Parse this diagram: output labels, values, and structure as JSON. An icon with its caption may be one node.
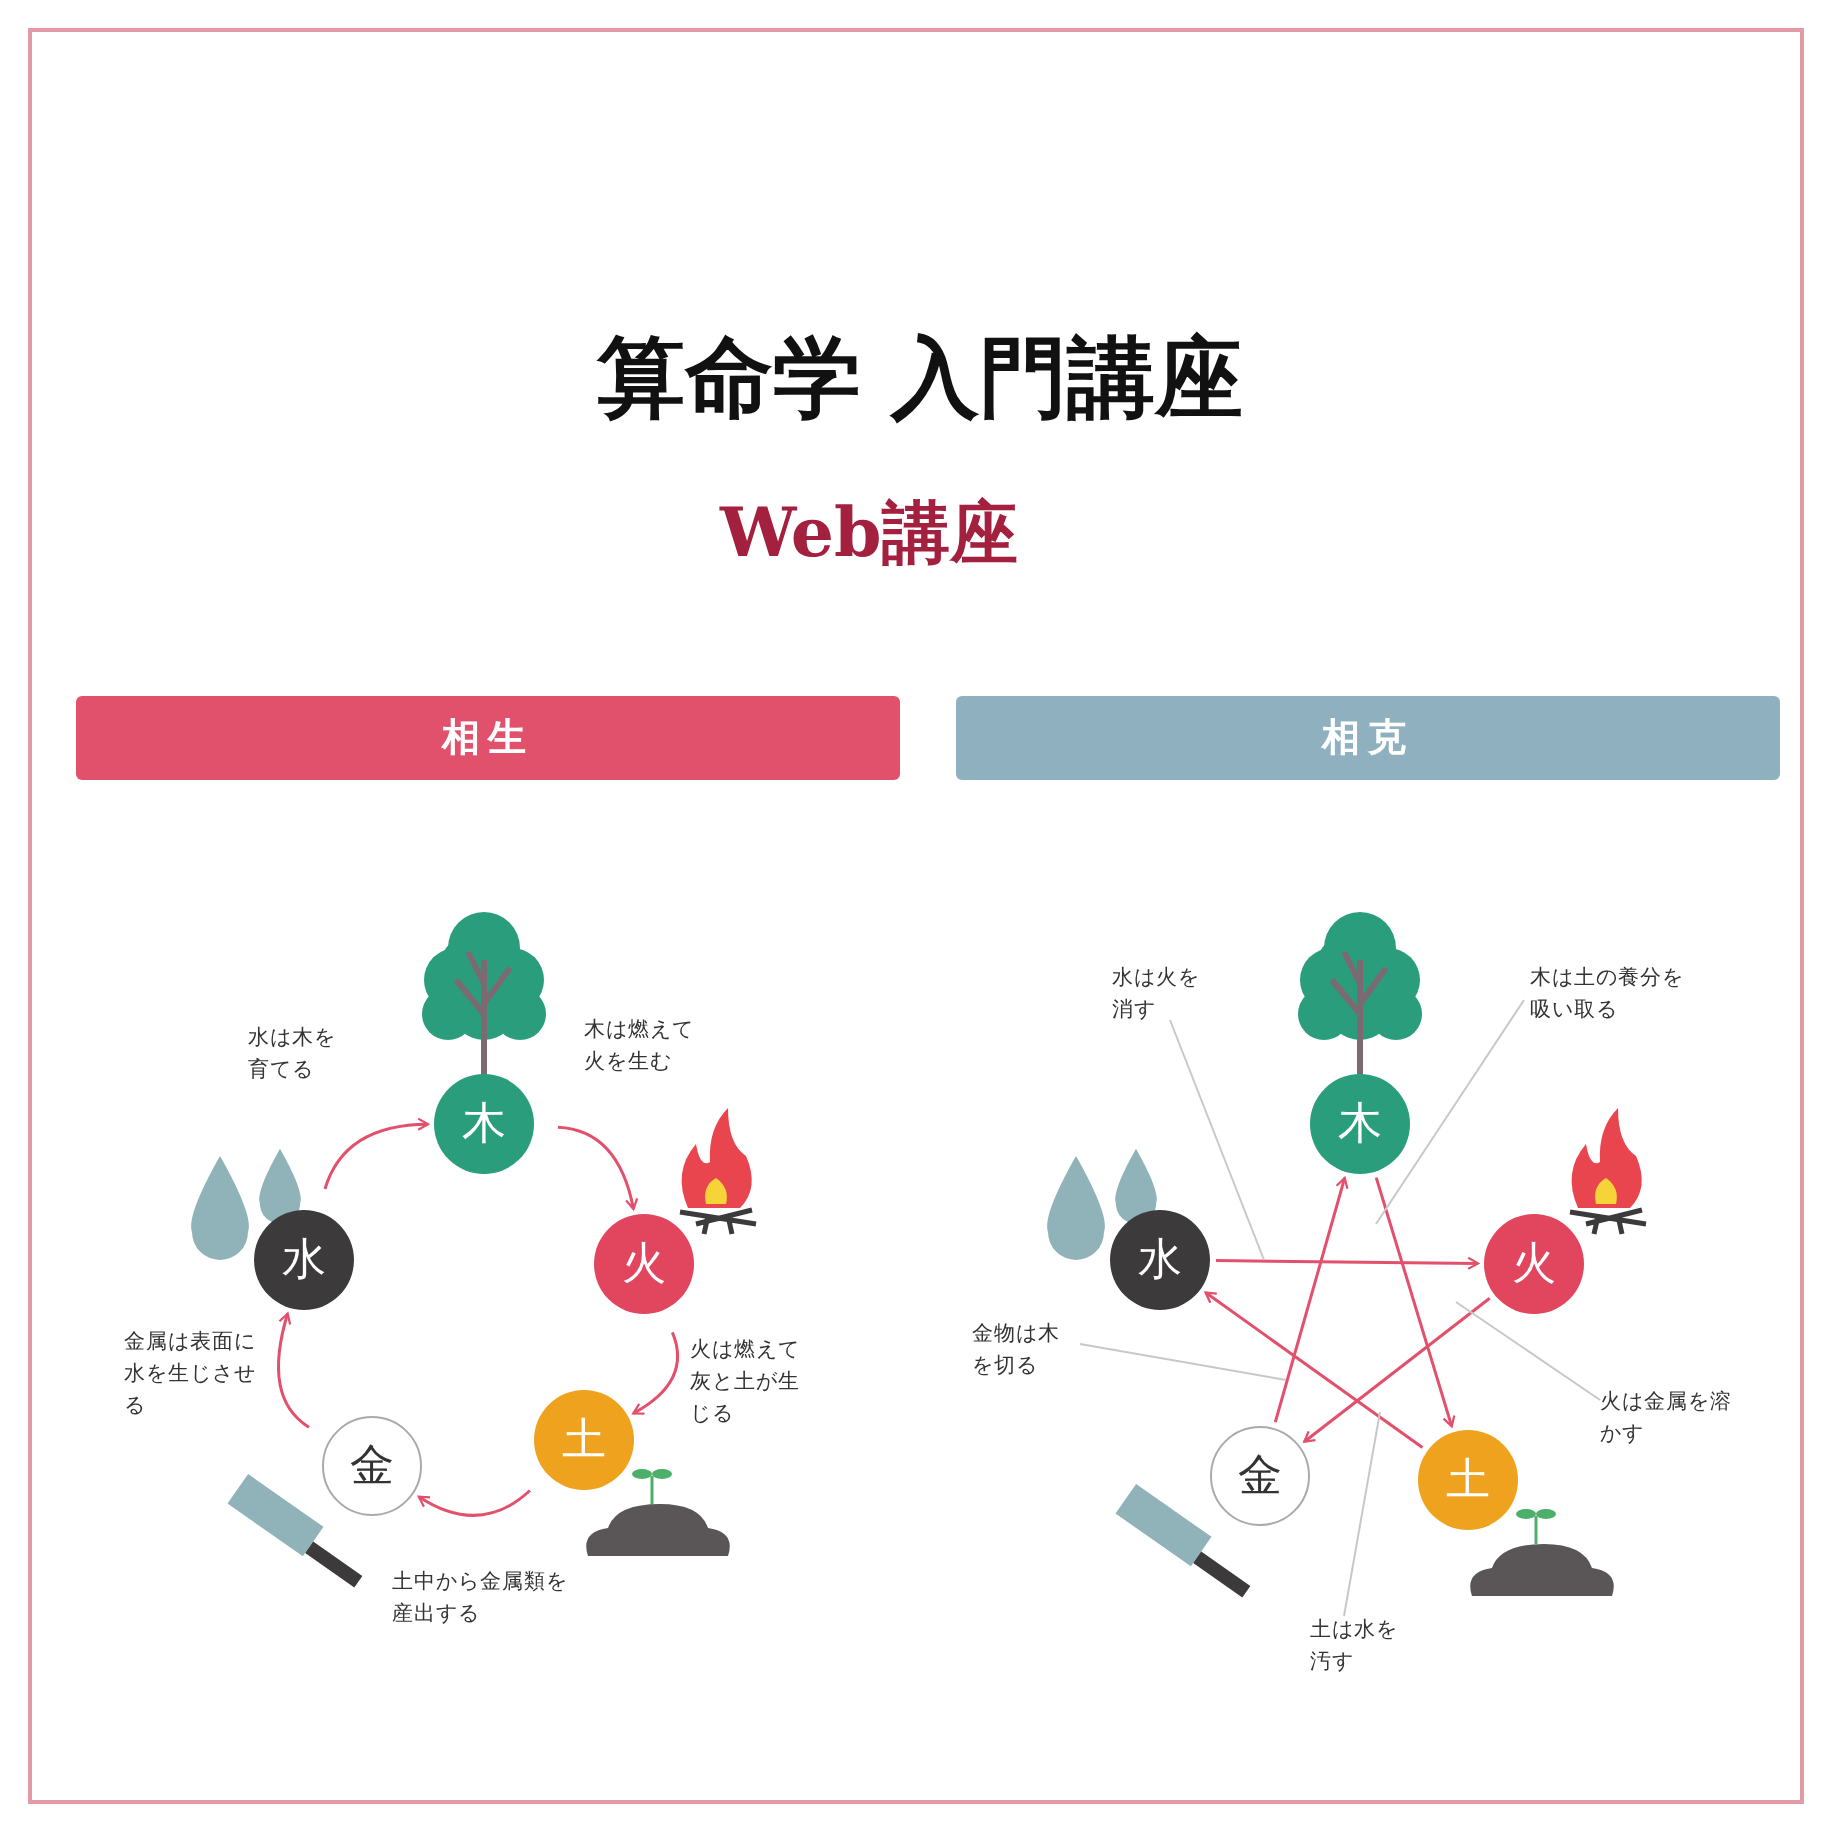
{
  "diagram": {
    "title": "算命学 入門講座",
    "nodes": [
      {
        "text": [
          "相生"
        ]
      },
      {
        "text": [
          "相克"
        ]
      },
      {
        "text": [
          "木"
        ]
      },
      {
        "text": [
          "火"
        ]
      },
      {
        "text": [
          "土"
        ]
      },
      {
        "text": [
          "金"
        ]
      },
      {
        "text": [
          "水"
        ]
      },
      {
        "text": [
          "木"
        ]
      },
      {
        "text": [
          "火"
        ]
      },
      {
        "text": [
          "土"
        ]
      },
      {
        "text": [
          "金"
        ]
      },
      {
        "text": [
          "水"
        ]
      },
      {
        "text": [
          "水は火を消す"
        ]
      },
      {
        "text": [
          "木は土の養分を吸い取る"
        ]
      },
      {
        "text": [
          "金物は木を切る"
        ]
      },
      {
        "text": [
          "火は金属を溶かす"
        ]
      },
      {
        "text": [
          "土は水を汚す"
        ]
      }
    ],
    "edges": [
      {
        "from": 2,
        "to": 3,
        "arrow": "to",
        "label": "木は燃えて火を生む"
      },
      {
        "from": 3,
        "to": 4,
        "arrow": "to",
        "label": "火は燃えて灰と土が生じる"
      },
      {
        "from": 4,
        "to": 5,
        "arrow": "to",
        "label": "土中から金属類を産出する"
      },
      {
        "from": 5,
        "to": 6,
        "arrow": "to",
        "label": "金属は表面に水を生じさせる"
      },
      {
        "from": 6,
        "to": 2,
        "arrow": "to",
        "label": "水は木を育てる"
      },
      {
        "from": 11,
        "to": 8,
        "arrow": "to"
      },
      {
        "from": 8,
        "to": 10,
        "arrow": "to"
      },
      {
        "from": 10,
        "to": 7,
        "arrow": "to"
      },
      {
        "from": 7,
        "to": 9,
        "arrow": "to"
      },
      {
        "from": 9,
        "to": 11,
        "arrow": "to"
      },
      {
        "from": 12,
        "to": null,
        "arrow": "none",
        "color": "#c8c8c8"
      },
      {
        "from": 13,
        "to": null,
        "arrow": "none",
        "color": "#c8c8c8"
      },
      {
        "from": 14,
        "to": null,
        "arrow": "none",
        "color": "#c8c8c8"
      },
      {
        "from": 15,
        "to": null,
        "arrow": "none",
        "color": "#c8c8c8"
      },
      {
        "from": 16,
        "to": null,
        "arrow": "none",
        "color": "#c8c8c8"
      }
    ],
    "labels": [
      "Web講座"
    ]
  }
}
